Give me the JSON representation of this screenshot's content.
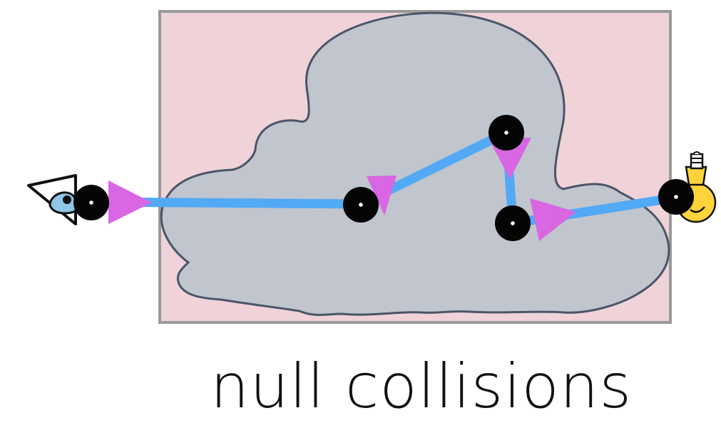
{
  "caption": "null collisions",
  "colors": {
    "background": "#ffffff",
    "volume_box": "#efd3d9",
    "volume_box_border": "#9a9a9a",
    "cloud_fill": "#c0c5ce",
    "cloud_stroke": "#4a5568",
    "path": "#52a9f5",
    "direction_arrow": "#d966e3",
    "collision_vertex": "#050505",
    "light_bulb": "#ffd43b"
  },
  "icons": {
    "camera": "eye-icon",
    "light": "light-bulb-icon",
    "vertex": "collision-vertex-dot",
    "direction": "triangle-arrow"
  }
}
